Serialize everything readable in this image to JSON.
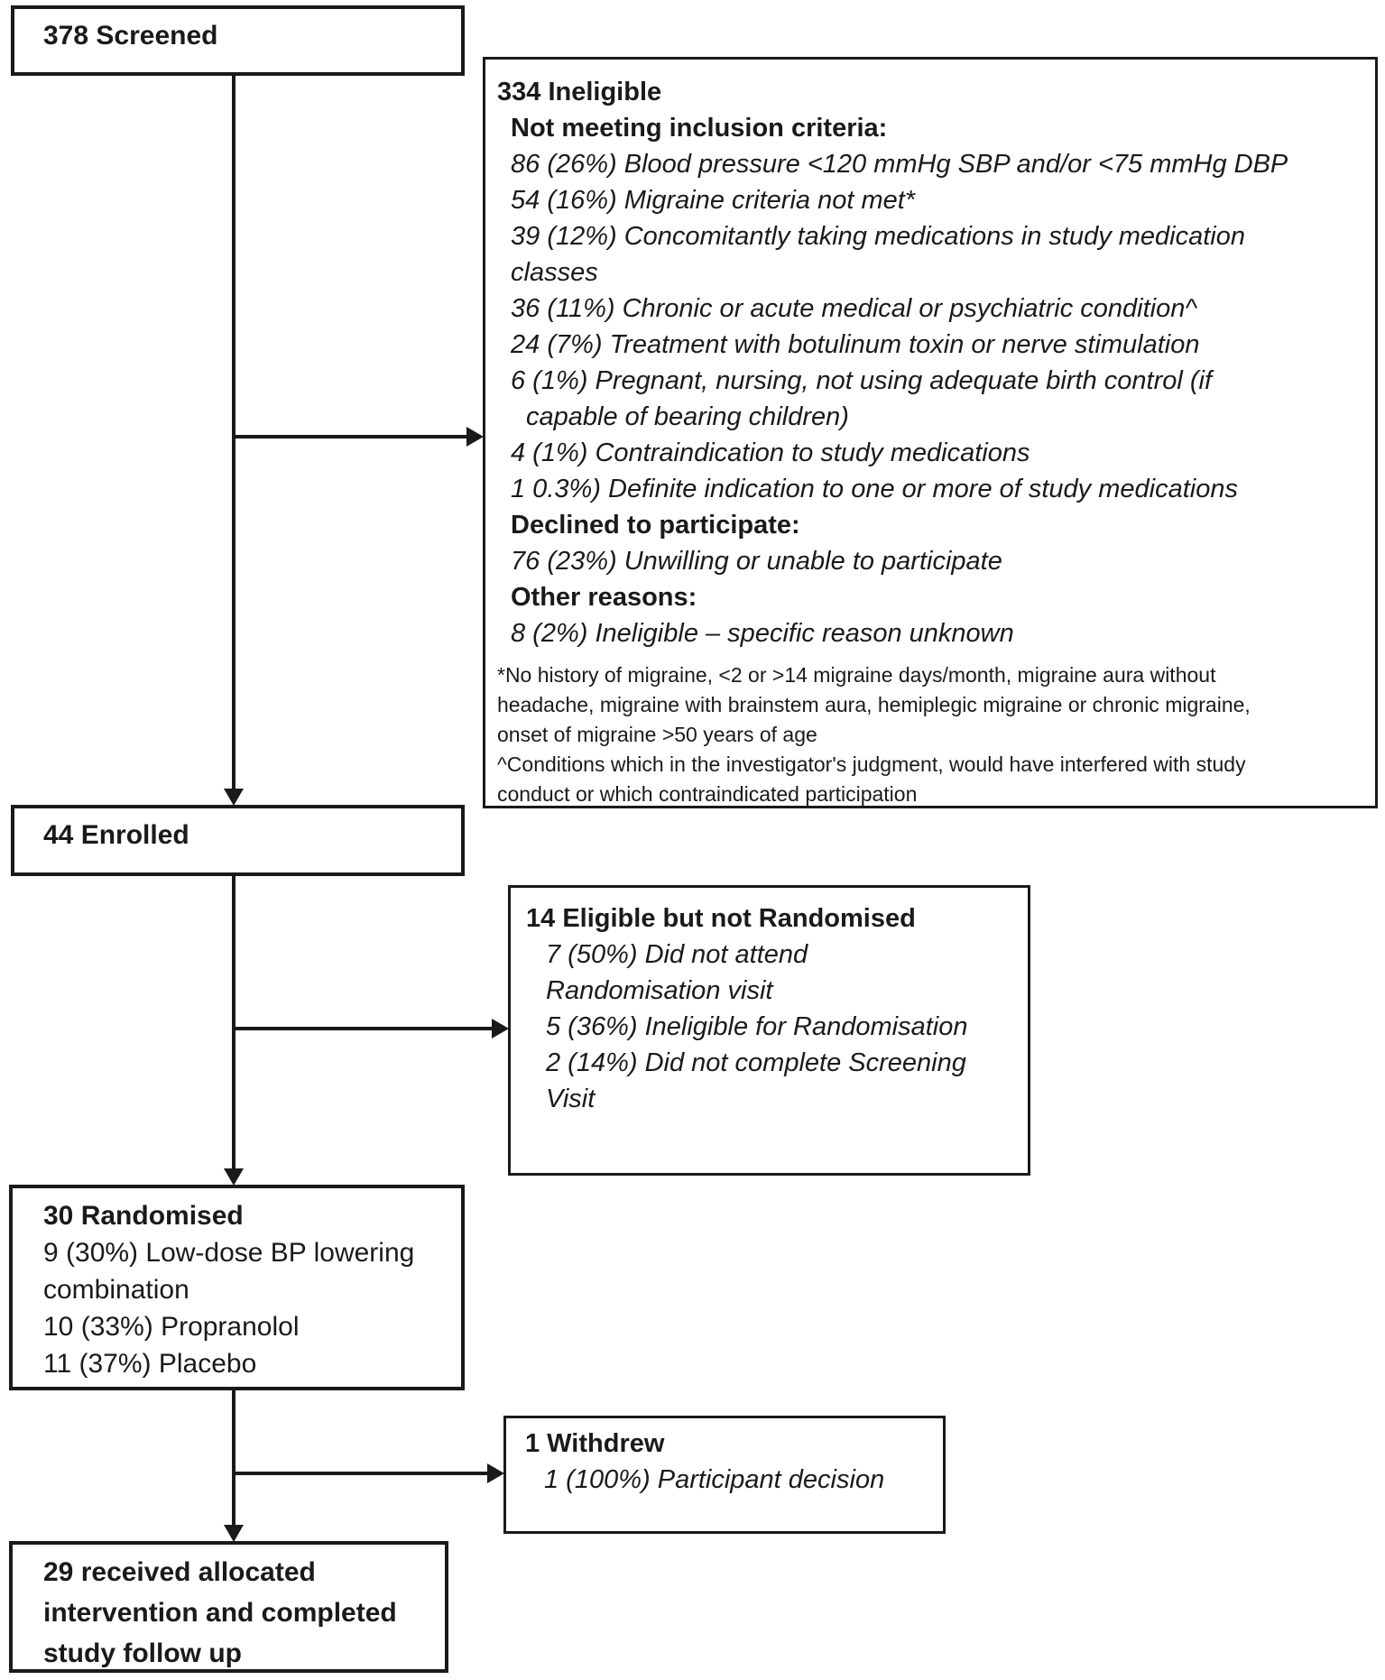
{
  "diagram": {
    "type": "consort-flowchart",
    "colors": {
      "text": "#1a1a1a",
      "border": "#1a1a1a",
      "background": "#ffffff"
    },
    "boxes": {
      "screened": {
        "lines": [
          {
            "text": "378 Screened",
            "style": "title"
          }
        ]
      },
      "ineligible": {
        "lines": [
          {
            "text": "334 Ineligible",
            "style": "title"
          },
          {
            "text": "Not meeting inclusion criteria:",
            "style": "header"
          },
          {
            "text": "86 (26%) Blood pressure <120 mmHg SBP and/or <75 mmHg DBP",
            "style": "item"
          },
          {
            "text": "54 (16%) Migraine criteria not met*",
            "style": "item"
          },
          {
            "text": "39 (12%) Concomitantly taking medications in study medication",
            "style": "item"
          },
          {
            "text": "classes",
            "style": "item"
          },
          {
            "text": "36 (11%) Chronic or acute medical or psychiatric condition^",
            "style": "item"
          },
          {
            "text": "24 (7%) Treatment with botulinum toxin or nerve stimulation",
            "style": "item"
          },
          {
            "text": "6 (1%) Pregnant, nursing, not using adequate birth control (if",
            "style": "item"
          },
          {
            "text": "capable of bearing children)",
            "style": "item2"
          },
          {
            "text": "4 (1%) Contraindication to study medications",
            "style": "item"
          },
          {
            "text": "1 0.3%) Definite indication to one or more of study medications",
            "style": "item"
          },
          {
            "text": "Declined to participate:",
            "style": "header"
          },
          {
            "text": "76 (23%) Unwilling or unable to participate",
            "style": "item"
          },
          {
            "text": "Other reasons:",
            "style": "header"
          },
          {
            "text": "8 (2%) Ineligible – specific reason unknown",
            "style": "item"
          }
        ],
        "footnotes": [
          "*No history of migraine, <2 or >14 migraine days/month, migraine aura without",
          "headache, migraine with brainstem aura, hemiplegic migraine or chronic migraine,",
          "onset of migraine >50 years of age",
          "^Conditions which in the investigator's judgment, would have interfered with study",
          "conduct or which contraindicated participation"
        ]
      },
      "enrolled": {
        "lines": [
          {
            "text": "44 Enrolled",
            "style": "title"
          }
        ]
      },
      "eligible_not_randomised": {
        "lines": [
          {
            "text": "14 Eligible but not Randomised",
            "style": "title"
          },
          {
            "text": "7 (50%) Did not attend",
            "style": "item"
          },
          {
            "text": "Randomisation visit",
            "style": "item"
          },
          {
            "text": "5 (36%) Ineligible for Randomisation",
            "style": "item"
          },
          {
            "text": "2 (14%) Did not complete Screening",
            "style": "item"
          },
          {
            "text": "Visit",
            "style": "item"
          }
        ]
      },
      "randomised": {
        "lines": [
          {
            "text": "30 Randomised",
            "style": "title"
          },
          {
            "text": "9 (30%) Low-dose BP lowering",
            "style": "plain"
          },
          {
            "text": "combination",
            "style": "plain"
          },
          {
            "text": "10 (33%) Propranolol",
            "style": "plain"
          },
          {
            "text": "11 (37%) Placebo",
            "style": "plain"
          }
        ]
      },
      "withdrew": {
        "lines": [
          {
            "text": "1 Withdrew",
            "style": "title"
          },
          {
            "text": "1 (100%) Participant decision",
            "style": "item"
          }
        ]
      },
      "received": {
        "lines": [
          {
            "text": "29 received allocated",
            "style": "title"
          },
          {
            "text": "intervention and completed",
            "style": "title"
          },
          {
            "text": "study follow up",
            "style": "title"
          }
        ]
      }
    }
  }
}
